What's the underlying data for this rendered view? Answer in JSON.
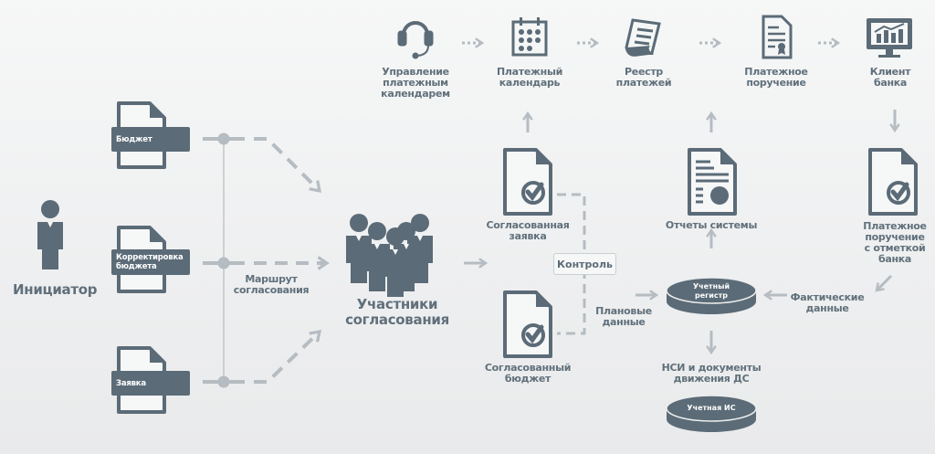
{
  "colors": {
    "icon": "#5b6b77",
    "arrow": "#b5bcc2",
    "text": "#5c6c78"
  },
  "initiator": {
    "label": "Инициатор",
    "icon": "person-icon"
  },
  "documents": [
    {
      "label": "Бюджет"
    },
    {
      "label1": "Корректировка",
      "label2": "бюджета"
    },
    {
      "label": "Заявка"
    }
  ],
  "route": {
    "line1": "Маршрут",
    "line2": "согласования"
  },
  "participants": {
    "line1": "Участники",
    "line2": "согласования",
    "icon": "group-icon"
  },
  "approved_request": {
    "line1": "Согласованная",
    "line2": "заявка"
  },
  "approved_budget": {
    "line1": "Согласованный",
    "line2": "бюджет"
  },
  "control": "Контроль",
  "planned": {
    "line1": "Плановые",
    "line2": "данные"
  },
  "register": {
    "line1": "Учетный",
    "line2": "регистр"
  },
  "reports": "Отчеты системы",
  "nsi": {
    "line1": "НСИ и документы",
    "line2": "движения ДС"
  },
  "accounting_is": "Учетная ИС",
  "actual": {
    "line1": "Фактические",
    "line2": "данные"
  },
  "bank_order": {
    "line1": "Платежное",
    "line2": "поручение",
    "line3": "с отметкой",
    "line4": "банка"
  },
  "top_flow": [
    {
      "icon": "headset-icon",
      "line1": "Управление",
      "line2": "платежным",
      "line3": "календарем"
    },
    {
      "icon": "calendar-icon",
      "line1": "Платежный",
      "line2": "календарь"
    },
    {
      "icon": "scroll-list-icon",
      "line1": "Реестр",
      "line2": "платежей"
    },
    {
      "icon": "certificate-document-icon",
      "line1": "Платежное",
      "line2": "поручение"
    },
    {
      "icon": "monitor-chart-icon",
      "line1": "Клиент",
      "line2": "банка"
    }
  ]
}
